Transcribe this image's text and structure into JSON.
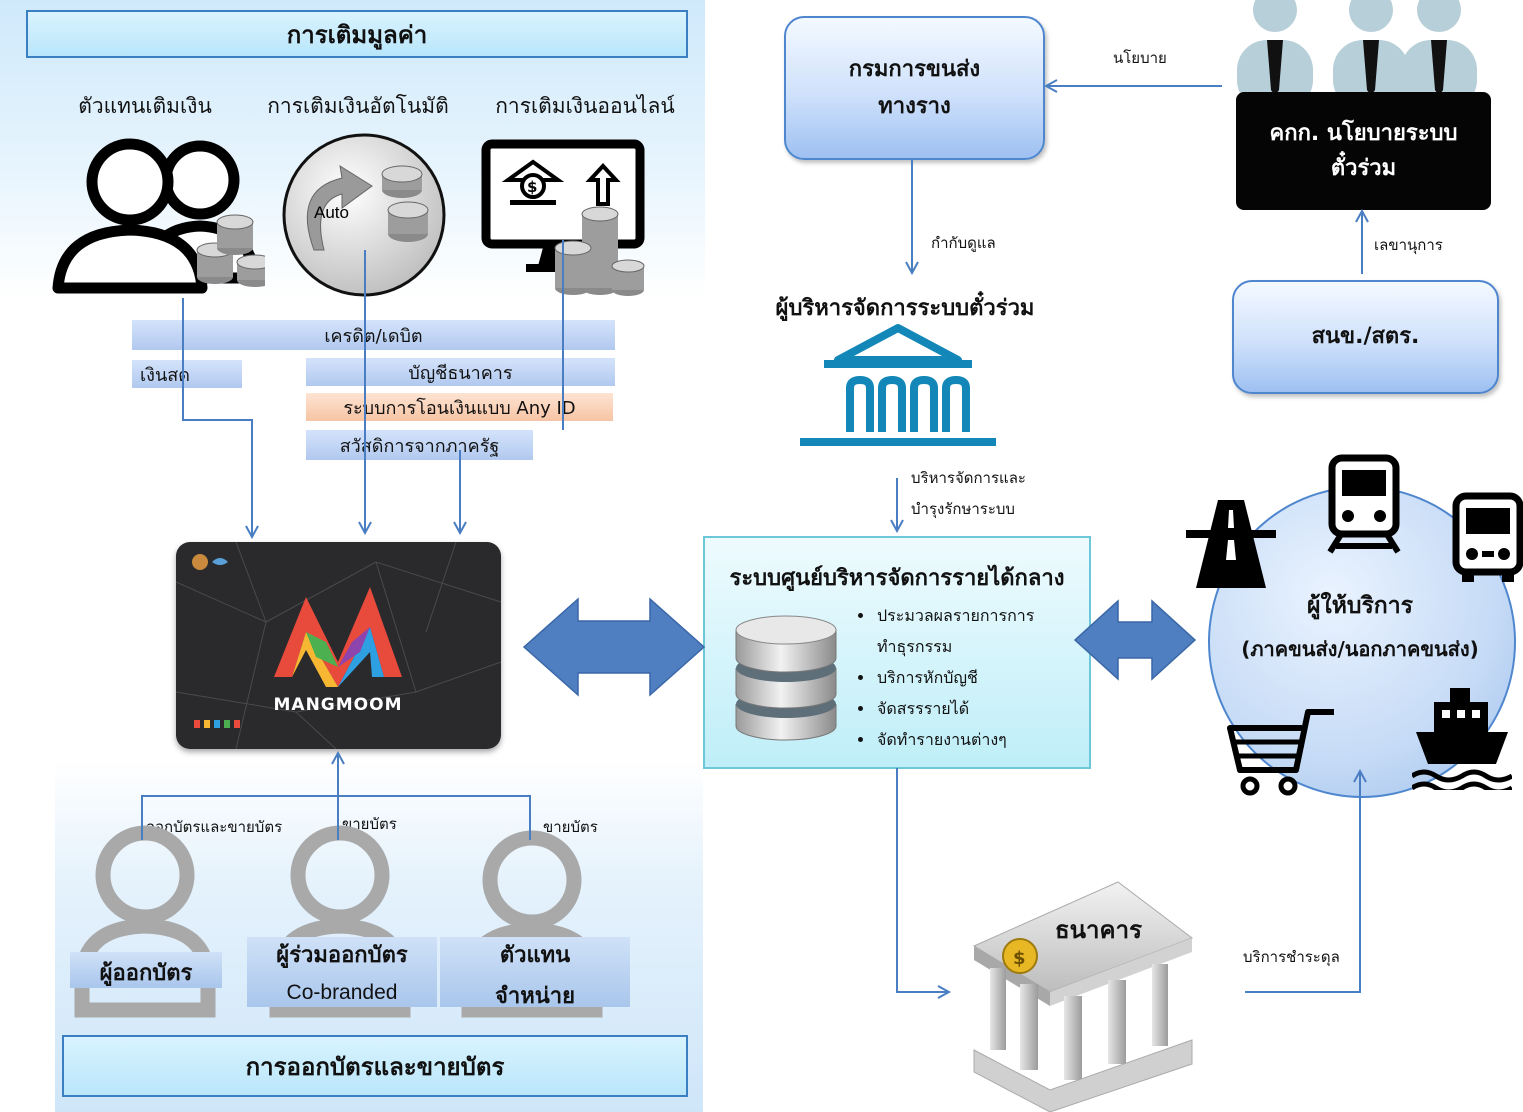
{
  "topup": {
    "title": "การเติมมูลค่า",
    "channels": [
      "ตัวแทนเติมเงิน",
      "การเติมเงินอัตโนมัติ",
      "การเติมเงินออนไลน์"
    ],
    "auto_label": "Auto",
    "bars": {
      "credit_debit": "เครดิต/เดบิต",
      "cash": "เงินสด",
      "bank_account": "บัญชีธนาคาร",
      "any_id": "ระบบการโอนเงินแบบ Any ID",
      "welfare": "สวัสดิการจากภาครัฐ"
    }
  },
  "card": {
    "brand": "MANGMOOM"
  },
  "issuing": {
    "title": "การออกบัตรและขายบัตร",
    "link_labels": [
      "ออกบัตรและขายบัตร",
      "ขายบัตร",
      "ขายบัตร"
    ],
    "issuer": "ผู้ออกบัตร",
    "co_issuer": "ผู้ร่วมออกบัตร",
    "co_branded": "Co-branded",
    "agent_line1": "ตัวแทน",
    "agent_line2": "จำหน่าย"
  },
  "governance": {
    "dept_line1": "กรมการขนส่ง",
    "dept_line2": "ทางราง",
    "policy_label": "นโยบาย",
    "committee_line1": "คกก. นโยบายระบบ",
    "committee_line2": "ตั๋วร่วม",
    "supervise_label": "กำกับดูแล",
    "secretariat_label": "เลขานุการ",
    "office": "สนข./สตร.",
    "operator_title": "ผู้บริหารจัดการระบบตั๋วร่วม",
    "manage_line1": "บริหารจัดการและ",
    "manage_line2": "บำรุงรักษาระบบ"
  },
  "clearing": {
    "title": "ระบบศูนย์บริหารจัดการรายได้กลาง",
    "features": [
      "ประมวลผลรายการการ",
      "ทำธุรกรรม",
      "บริการหักบัญชี",
      "จัดสรรรายได้",
      "จัดทำรายงานต่างๆ"
    ]
  },
  "provider": {
    "title": "ผู้ให้บริการ",
    "subtitle": "(ภาคขนส่ง/นอกภาคขนส่ง)"
  },
  "bank": {
    "label": "ธนาคาร",
    "settlement_label": "บริการชำระดุล"
  },
  "colors": {
    "accent": "#4a7ec2",
    "arrow_blue": "#4f7fc0",
    "title_border": "#3a7fc1"
  }
}
